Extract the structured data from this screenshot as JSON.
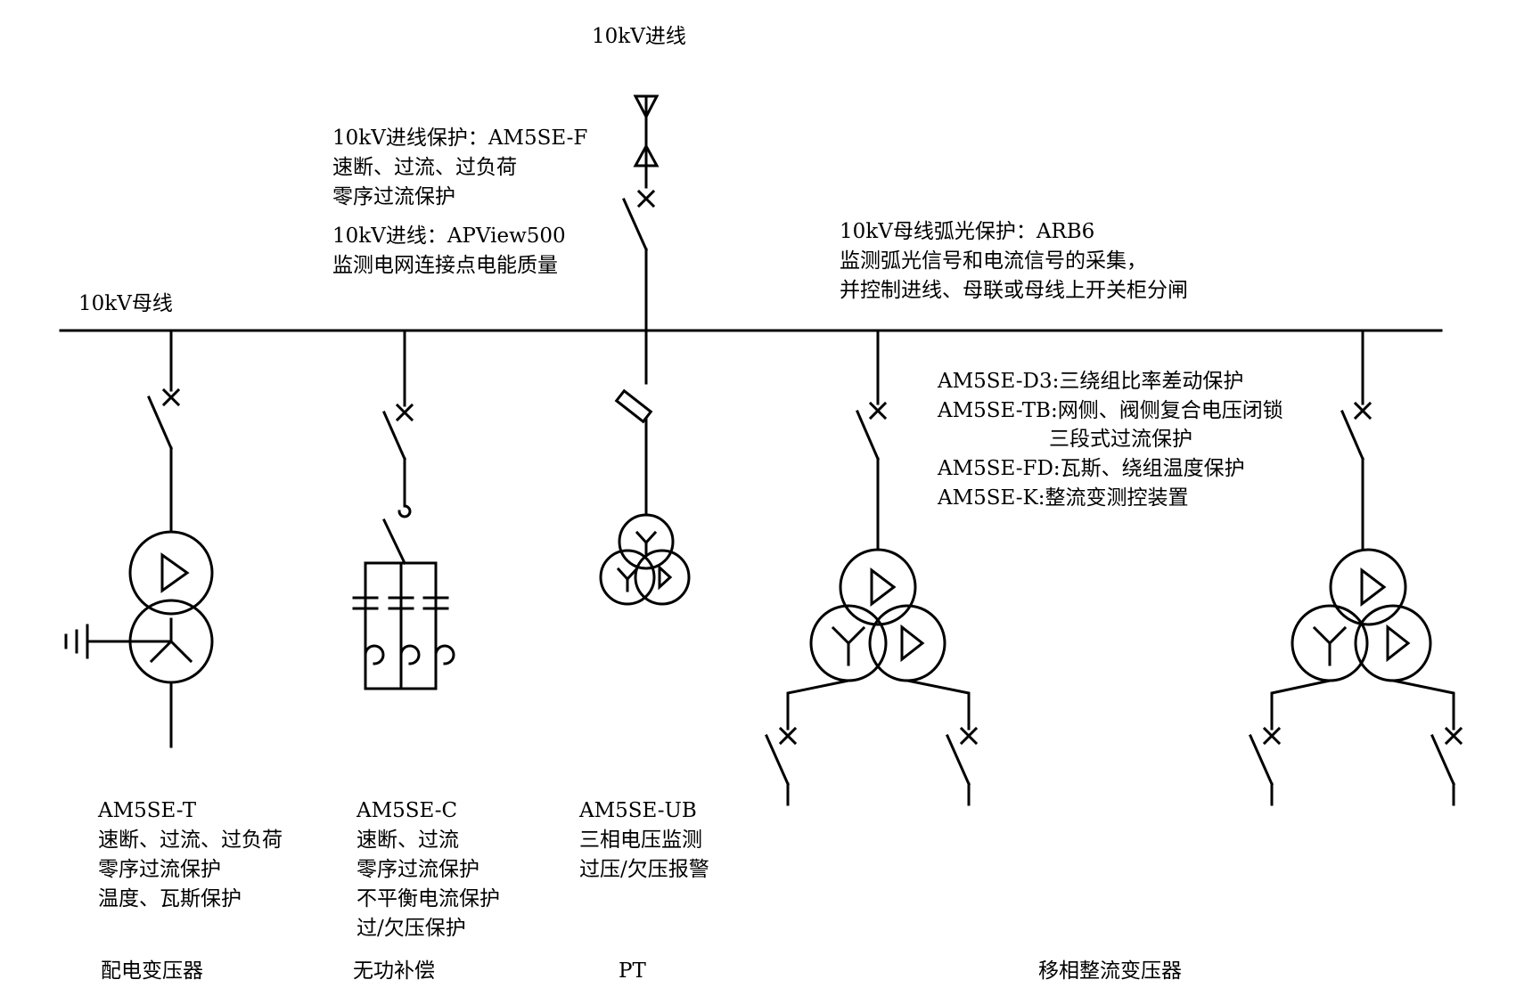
{
  "incoming": {
    "title": "10kV进线",
    "protection": [
      "10kV进线保护：AM5SE-F",
      "速断、过流、过负荷",
      "零序过流保护"
    ],
    "monitor": [
      "10kV进线：APView500",
      "监测电网连接点电能质量"
    ]
  },
  "bus": {
    "label": "10kV母线"
  },
  "arc": [
    "10kV母线弧光保护：ARB6",
    "监测弧光信号和电流信号的采集，",
    "并控制进线、母联或母线上开关柜分闸"
  ],
  "rectifier_notes": [
    "AM5SE-D3:三绕组比率差动保护",
    "AM5SE-TB:网侧、阀侧复合电压闭锁",
    "三段式过流保护",
    "AM5SE-FD:瓦斯、绕组温度保护",
    "AM5SE-K:整流变测控装置"
  ],
  "feeders": {
    "transformer": {
      "lines": [
        "AM5SE-T",
        "速断、过流、过负荷",
        "零序过流保护",
        "温度、瓦斯保护"
      ],
      "name": "配电变压器"
    },
    "capacitor": {
      "lines": [
        "AM5SE-C",
        "速断、过流",
        "零序过流保护",
        "不平衡电流保护",
        "过/欠压保护"
      ],
      "name": "无功补偿"
    },
    "pt": {
      "lines": [
        "AM5SE-UB",
        "三相电压监测",
        "过压/欠压报警"
      ],
      "name": "PT"
    },
    "rectifier": {
      "name": "移相整流变压器"
    }
  }
}
